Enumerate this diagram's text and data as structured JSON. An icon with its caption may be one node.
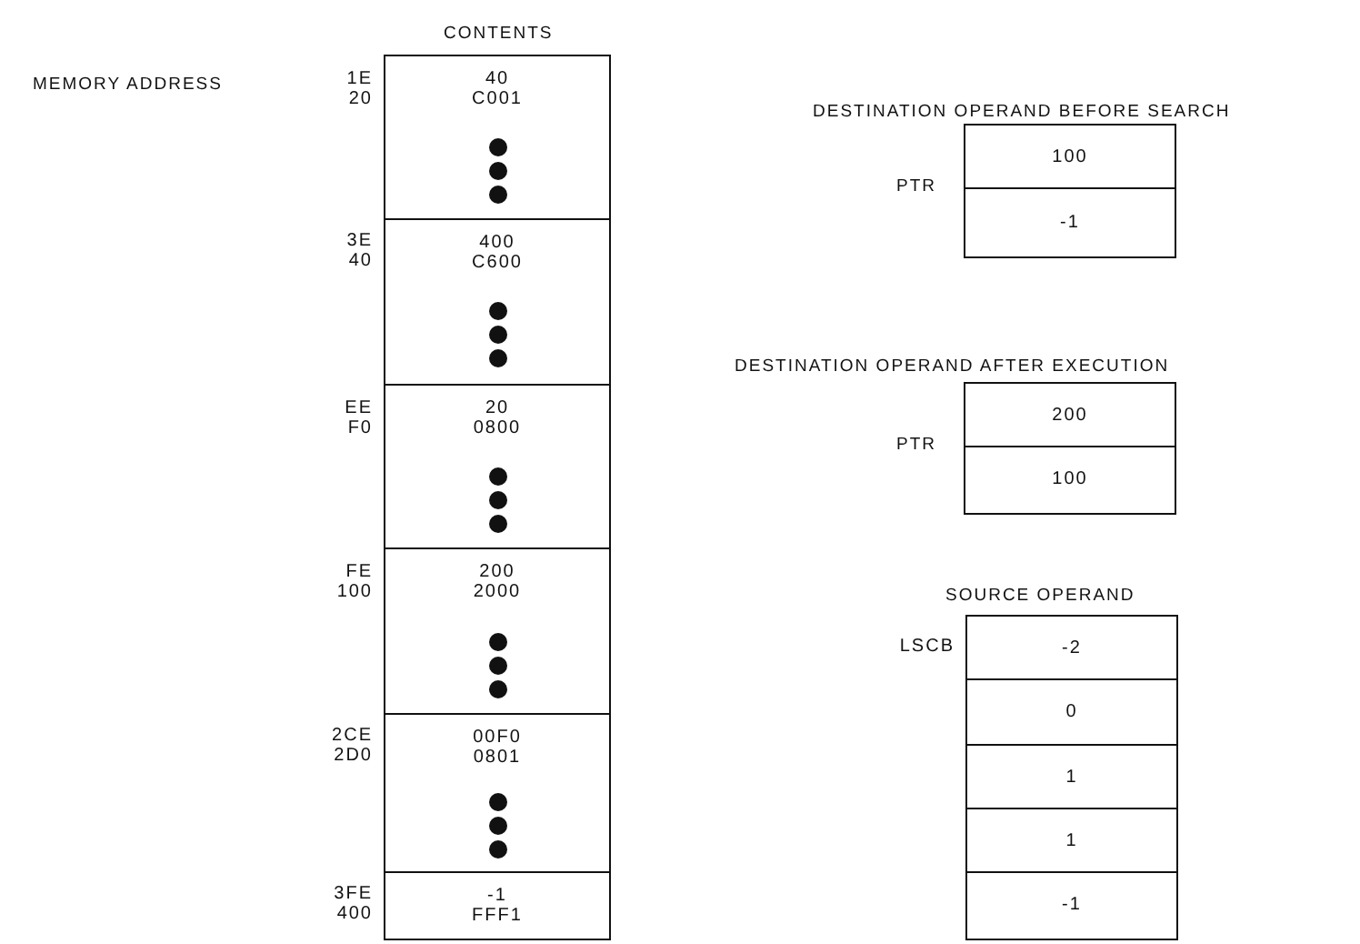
{
  "diagram": {
    "nodes": [
      {
        "text": [
          "40",
          "C001"
        ],
        "beside": [
          "1E",
          "20"
        ]
      },
      {
        "text": [],
        "shape": "box"
      },
      {
        "text": [
          "400",
          "C600"
        ],
        "beside": [
          "3E",
          "40"
        ]
      },
      {
        "text": [],
        "shape": "box"
      },
      {
        "text": [
          "20",
          "0800"
        ],
        "beside": [
          "EE",
          "F0"
        ]
      },
      {
        "text": [],
        "shape": "box"
      },
      {
        "text": [
          "200",
          "2000"
        ],
        "beside": [
          "FE",
          "100"
        ]
      },
      {
        "text": [],
        "shape": "box"
      },
      {
        "text": [
          "00F0",
          "0801"
        ],
        "beside": [
          "2CE",
          "2D0"
        ]
      },
      {
        "text": [],
        "shape": "box"
      },
      {
        "text": [
          "-1",
          "FFF1"
        ],
        "beside": [
          "3FE",
          "400"
        ]
      },
      {
        "text": [
          "100"
        ]
      },
      {
        "text": [
          "-1"
        ]
      },
      {
        "text": [
          "200"
        ]
      },
      {
        "text": [
          "100"
        ]
      },
      {
        "text": [
          "-2"
        ],
        "beside": [
          "LSCB"
        ]
      },
      {
        "text": [
          "0"
        ]
      },
      {
        "text": [
          "1"
        ]
      },
      {
        "text": [
          "1"
        ]
      },
      {
        "text": [
          "-1"
        ]
      }
    ],
    "edges": [],
    "labels": [
      "MEMORY ADDRESS",
      "CONTENTS",
      "DESTINATION OPERAND BEFORE SEARCH",
      "PTR",
      "DESTINATION OPERAND AFTER EXECUTION",
      "PTR",
      "SOURCE OPERAND"
    ]
  }
}
